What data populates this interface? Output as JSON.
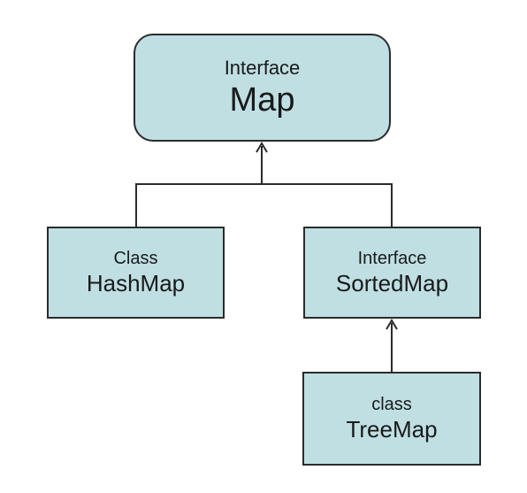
{
  "nodes": {
    "map": {
      "kind": "Interface",
      "name": "Map"
    },
    "hashmap": {
      "kind": "Class",
      "name": "HashMap"
    },
    "sortedmap": {
      "kind": "Interface",
      "name": "SortedMap"
    },
    "treemap": {
      "kind": "class",
      "name": "TreeMap"
    }
  },
  "edges": [
    {
      "from": "hashmap",
      "to": "map"
    },
    {
      "from": "sortedmap",
      "to": "map"
    },
    {
      "from": "treemap",
      "to": "sortedmap"
    }
  ],
  "colors": {
    "box_fill": "#bfdfe3",
    "stroke": "#2b2b2b"
  }
}
